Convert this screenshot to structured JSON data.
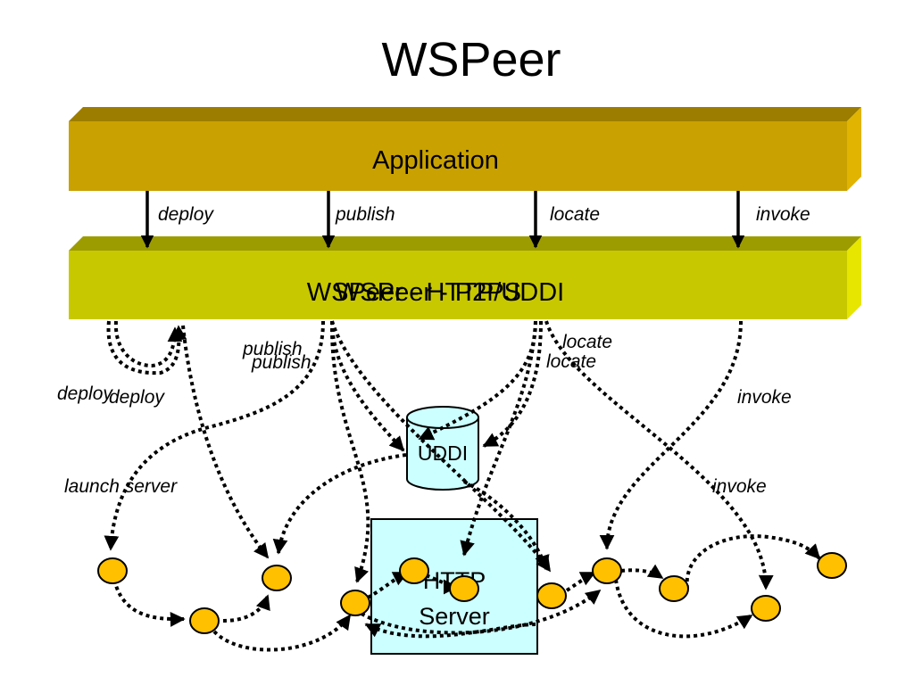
{
  "title": "WSPeer",
  "layers": {
    "application": "Application",
    "wspeer_label_a": "WSPeer - HTTP/UDDI",
    "wspeer_label_b": "WSPeer - P2PS"
  },
  "interface_ops": {
    "deploy": "deploy",
    "publish": "publish",
    "locate": "locate",
    "invoke": "invoke"
  },
  "flow_labels": {
    "publish_a": "publish",
    "publish_b": "publish",
    "locate_a": "locate",
    "locate_b": "locate",
    "deploy_a": "deploy",
    "deploy_b": "deploy",
    "launch_server": "launch server",
    "invoke_a": "invoke",
    "invoke_b": "invoke"
  },
  "components": {
    "uddi": "UDDI",
    "http_server_line1": "HTTP",
    "http_server_line2": "Server"
  },
  "colors": {
    "application_front": "#c9a100",
    "application_top": "#9c7d00",
    "application_side": "#e0b400",
    "wspeer_front": "#c8c800",
    "wspeer_top": "#9c9c00",
    "wspeer_side": "#e6e600",
    "http_server_fill": "#ccffff",
    "uddi_fill": "#ccffff",
    "node_fill": "#ffc000"
  }
}
